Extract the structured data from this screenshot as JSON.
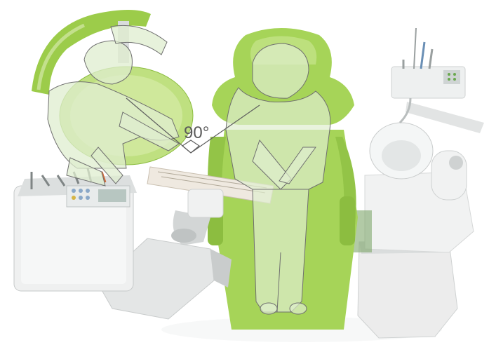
{
  "illustration": {
    "angle_label": "90°",
    "colors": {
      "upholstery_green": "#9ccc4a",
      "upholstery_green_light": "#c3e08c",
      "equipment_gray": "#e4e6e6",
      "equipment_shadow": "#c9cccc",
      "figure_fill": "#dfeecf",
      "outline": "#6f6f6f"
    },
    "icons": [
      "dental-chair",
      "dentist-figure",
      "assistant-figure",
      "operating-light",
      "instrument-tray",
      "spittoon"
    ]
  }
}
